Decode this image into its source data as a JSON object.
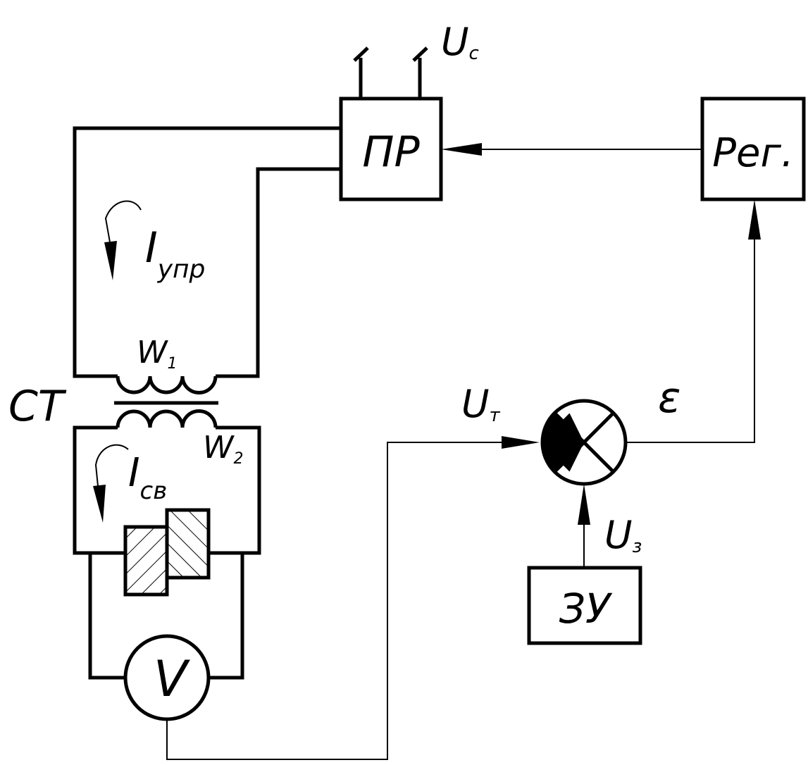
{
  "labels": {
    "pr_box": "ПР",
    "reg_box": "Рег.",
    "zu_box": "ЗУ",
    "voltmeter": "V",
    "supply_voltage": {
      "main": "U",
      "sub": "с"
    },
    "control_current": {
      "main": "I",
      "sub": "упр"
    },
    "weld_current": {
      "main": "I",
      "sub": "св"
    },
    "winding_1": {
      "main": "W",
      "sub": "1"
    },
    "winding_2": {
      "main": "W",
      "sub": "2"
    },
    "transformer": "СТ",
    "feedback_voltage": {
      "main": "U",
      "sub": "т"
    },
    "setpoint_voltage": {
      "main": "U",
      "sub": "з"
    },
    "error_signal": "ε"
  },
  "colors": {
    "line": "#000000",
    "background": "#ffffff"
  }
}
